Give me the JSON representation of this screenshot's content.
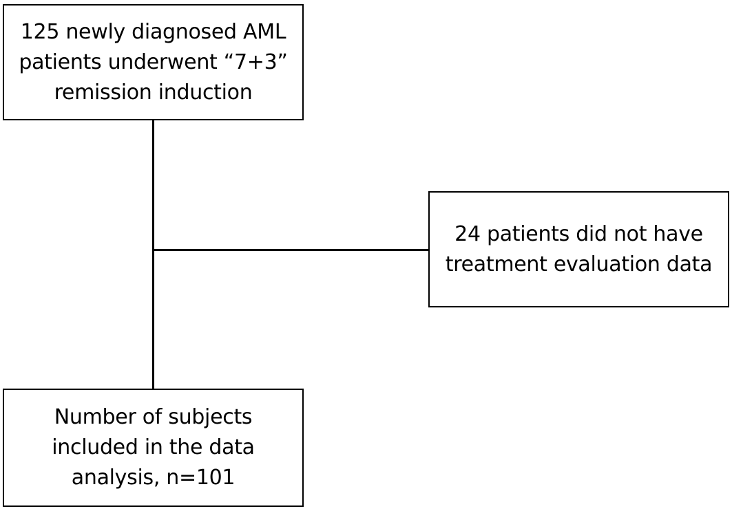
{
  "flowchart": {
    "start": {
      "lines": [
        "125 newly diagnosed AML",
        "patients underwent “7+3”",
        "remission induction"
      ]
    },
    "exclusion": {
      "lines": [
        "24 patients did not have",
        "treatment evaluation data"
      ]
    },
    "result": {
      "lines": [
        "Number of subjects",
        "included in the data",
        "analysis, n=101"
      ]
    }
  },
  "colors": {
    "stroke": "#000000",
    "background": "#ffffff",
    "text": "#000000"
  }
}
